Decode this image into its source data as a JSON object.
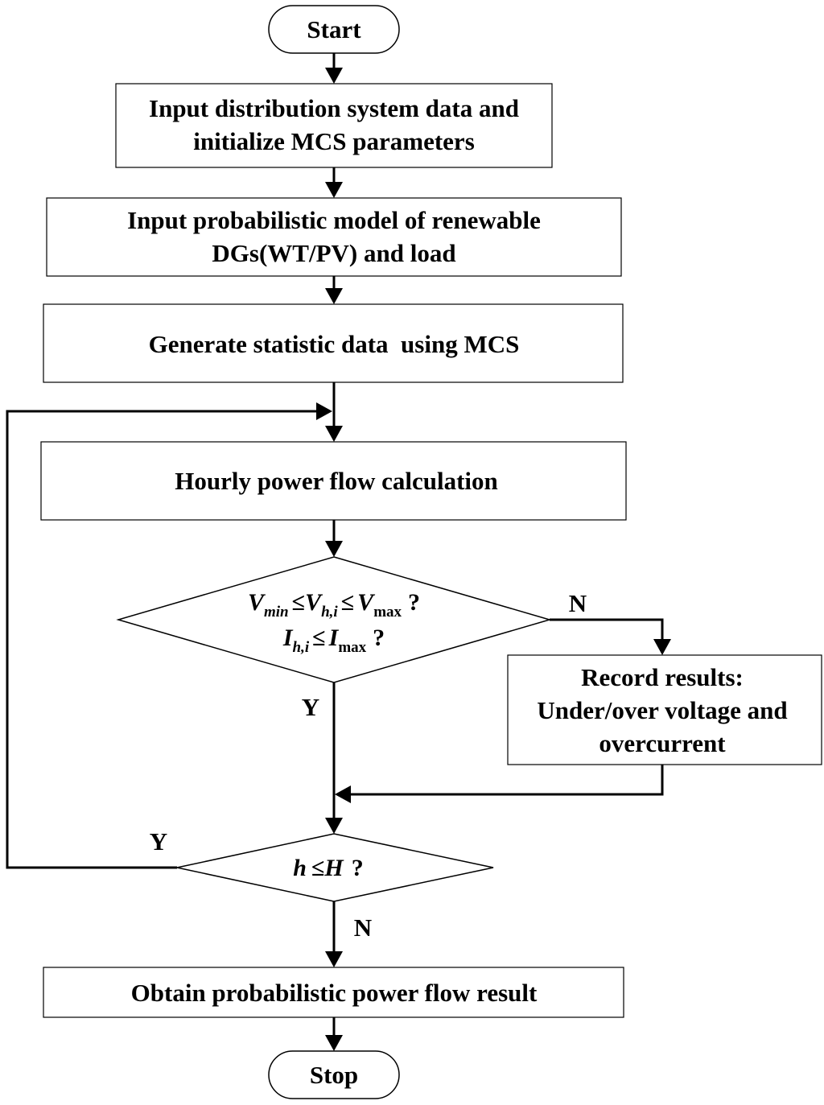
{
  "nodes": {
    "start": "Start",
    "input_system": [
      "Input distribution system data and",
      "initialize MCS parameters"
    ],
    "input_model": [
      "Input probabilistic model of renewable",
      "DGs(WT/PV) and load"
    ],
    "generate": "Generate statistic data  using MCS",
    "hourly": "Hourly power flow calculation",
    "record": [
      "Record results:",
      "Under/over voltage and",
      "overcurrent"
    ],
    "obtain": "Obtain probabilistic power flow result",
    "stop": "Stop"
  },
  "decision1": {
    "line1": {
      "v1": "V",
      "v1_sub": "min",
      "le1": "≤",
      "v2": "V",
      "v2_sub": "h,i",
      "le2": "≤",
      "v3": "V",
      "v3_sub": "max",
      "q": "?"
    },
    "line2": {
      "i1": "I",
      "i1_sub": "h,i",
      "le": "≤",
      "i2": "I",
      "i2_sub": "max",
      "q": "?"
    }
  },
  "decision2": {
    "h": "h",
    "le": "≤",
    "H": "H",
    "q": "?"
  },
  "edge_labels": {
    "d1_no": "N",
    "d1_yes": "Y",
    "d2_yes": "Y",
    "d2_no": "N"
  }
}
